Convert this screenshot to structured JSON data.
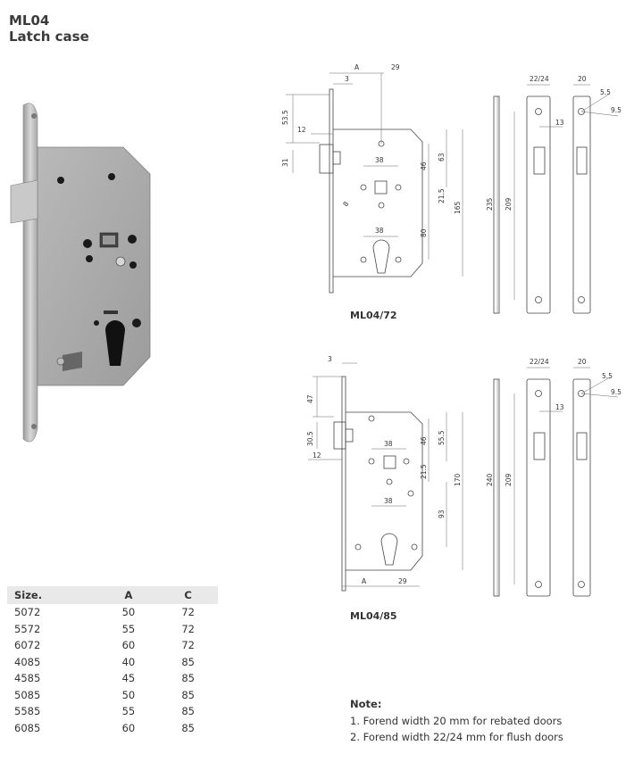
{
  "header": {
    "model": "ML04",
    "subtitle": "Latch case"
  },
  "drawing_72": {
    "caption": "ML04/72",
    "dims": [
      "A",
      "29",
      "3",
      "53.5",
      "12",
      "31",
      "38",
      "8",
      "46",
      "63",
      "21.5",
      "80",
      "165",
      "38",
      "22/24",
      "20",
      "5.5",
      "9.5",
      "13",
      "235",
      "209"
    ]
  },
  "drawing_85": {
    "caption": "ML04/85",
    "dims": [
      "3",
      "47",
      "30.5",
      "12",
      "38",
      "46",
      "55.5",
      "21.5",
      "170",
      "38",
      "93",
      "A",
      "29",
      "22/24",
      "20",
      "5.5",
      "9.5",
      "13",
      "240",
      "209"
    ]
  },
  "table": {
    "headers": [
      "Size.",
      "A",
      "C"
    ],
    "rows": [
      [
        "5072",
        "50",
        "72"
      ],
      [
        "5572",
        "55",
        "72"
      ],
      [
        "6072",
        "60",
        "72"
      ],
      [
        "4085",
        "40",
        "85"
      ],
      [
        "4585",
        "45",
        "85"
      ],
      [
        "5085",
        "50",
        "85"
      ],
      [
        "5585",
        "55",
        "85"
      ],
      [
        "6085",
        "60",
        "85"
      ]
    ]
  },
  "note": {
    "title": "Note:",
    "items": [
      "1. Forend width 20 mm for rebated doors",
      "2. Forend width 22/24 mm for flush doors"
    ]
  }
}
